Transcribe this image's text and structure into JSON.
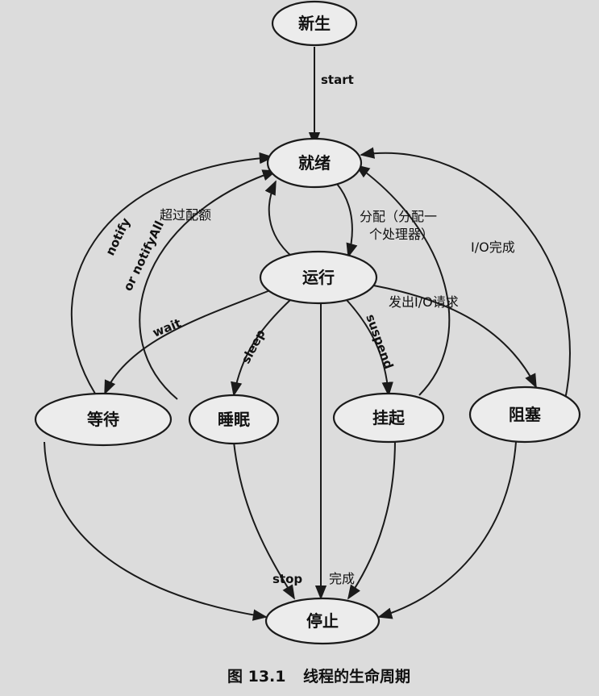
{
  "nodes": {
    "new": "新生",
    "ready": "就绪",
    "running": "运行",
    "waiting": "等待",
    "sleeping": "睡眠",
    "suspended": "挂起",
    "blocked": "阻塞",
    "stopped": "停止"
  },
  "edges": {
    "start": "start",
    "exceed_quota": "超过配额",
    "allocate_line1": "分配（分配一",
    "allocate_line2": "个处理器）",
    "notify": "notify",
    "notify_all": "or notifyAll",
    "io_done": "I/O完成",
    "io_request": "发出I/O请求",
    "wait": "wait",
    "sleep": "sleep",
    "suspend": "suspend",
    "stop": "stop",
    "finish": "完成"
  },
  "caption": {
    "figure_number": "图 13.1",
    "title": "线程的生命周期"
  }
}
